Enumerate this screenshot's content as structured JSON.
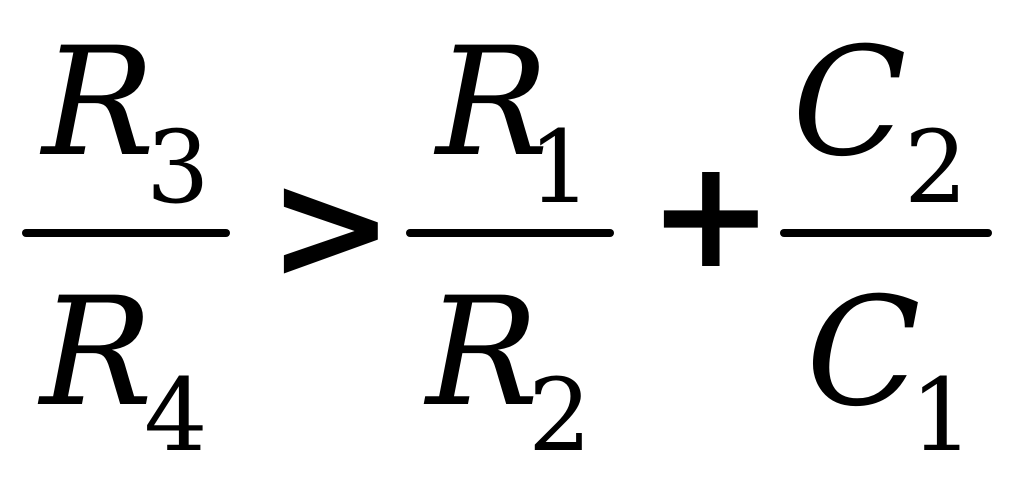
{
  "formula": {
    "fraction1": {
      "numerator": {
        "letter": "R",
        "subscript": "3"
      },
      "denominator": {
        "letter": "R",
        "subscript": "4"
      }
    },
    "relation": ">",
    "fraction2": {
      "numerator": {
        "letter": "R",
        "subscript": "1"
      },
      "denominator": {
        "letter": "R",
        "subscript": "2"
      }
    },
    "operator": "+",
    "fraction3": {
      "numerator": {
        "letter": "C",
        "subscript": "2"
      },
      "denominator": {
        "letter": "C",
        "subscript": "1"
      }
    }
  }
}
